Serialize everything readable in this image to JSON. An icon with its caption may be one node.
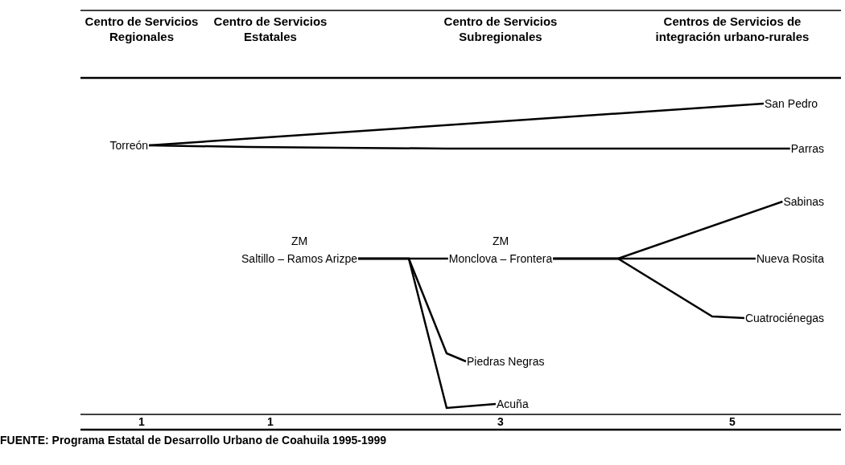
{
  "diagram": {
    "caption": "FUENTE: Programa Estatal de Desarrollo Urbano de Coahuila 1995-1999",
    "nodes": [
      {
        "text": [
          "Torreón"
        ]
      },
      {
        "text": [
          "San Pedro"
        ]
      },
      {
        "text": [
          "Parras"
        ]
      },
      {
        "text": [
          "ZM",
          "Saltillo – Ramos Arizpe"
        ]
      },
      {
        "text": [
          "ZM",
          "Monclova – Frontera"
        ]
      },
      {
        "text": [
          "Sabinas"
        ]
      },
      {
        "text": [
          "Nueva Rosita"
        ]
      },
      {
        "text": [
          "Cuatrociénegas"
        ]
      },
      {
        "text": [
          "Piedras Negras"
        ]
      },
      {
        "text": [
          "Acuña"
        ]
      }
    ],
    "edges": [
      {
        "from": 0,
        "to": 1,
        "arrow": "none"
      },
      {
        "from": 0,
        "to": 2,
        "arrow": "none"
      },
      {
        "from": 3,
        "to": 4,
        "arrow": "none"
      },
      {
        "from": 3,
        "to": 8,
        "arrow": "none"
      },
      {
        "from": 3,
        "to": 9,
        "arrow": "none"
      },
      {
        "from": 4,
        "to": 5,
        "arrow": "none"
      },
      {
        "from": 4,
        "to": 6,
        "arrow": "none"
      },
      {
        "from": 4,
        "to": 7,
        "arrow": "none"
      }
    ],
    "labels": [
      "Centro de Servicios Regionales",
      "Centro de Servicios Estatales",
      "Centro de Servicios Subregionales",
      "Centros de Servicios de integración urbano-rurales",
      "1",
      "1",
      "3",
      "5"
    ]
  }
}
